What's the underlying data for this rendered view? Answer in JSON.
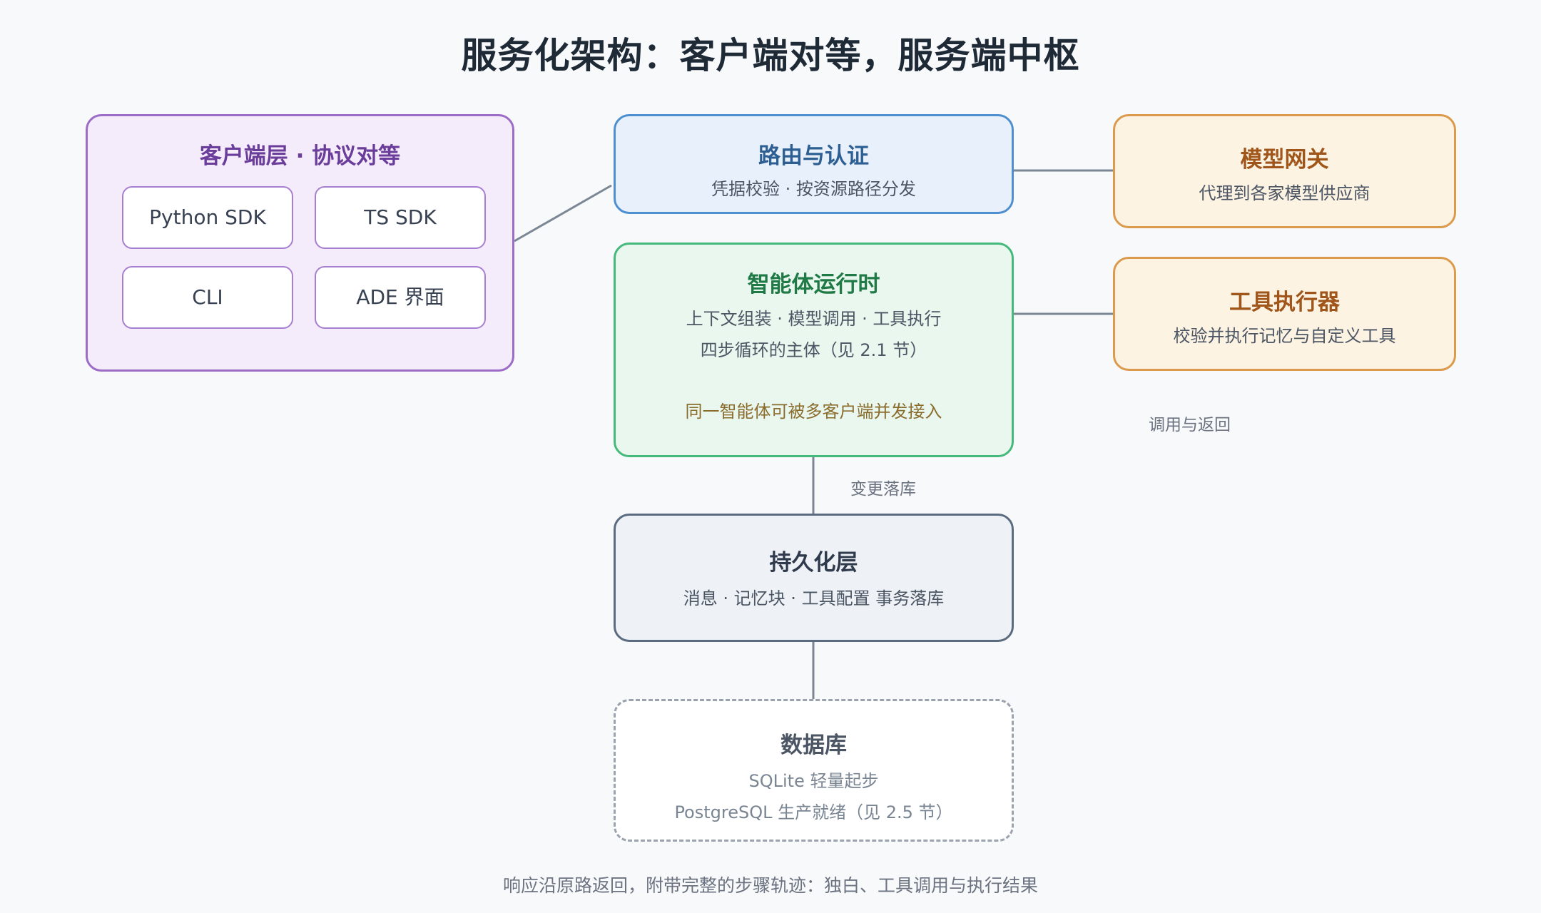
{
  "title": "服务化架构：客户端对等，服务端中枢",
  "client_layer": {
    "title": "客户端层 · 协议对等",
    "clients": [
      "Python SDK",
      "TS SDK",
      "CLI",
      "ADE 界面"
    ]
  },
  "routing": {
    "title": "路由与认证",
    "desc": "凭据校验 · 按资源路径分发"
  },
  "runtime": {
    "title": "智能体运行时",
    "desc_1": "上下文组装 · 模型调用 · 工具执行",
    "desc_2": "四步循环的主体（见 2.1 节）",
    "note": "同一智能体可被多客户端并发接入"
  },
  "gateway": {
    "title": "模型网关",
    "desc": "代理到各家模型供应商"
  },
  "tool_executor": {
    "title": "工具执行器",
    "desc": "校验并执行记忆与自定义工具"
  },
  "persistence": {
    "title": "持久化层",
    "desc": "消息 · 记忆块 · 工具配置 事务落库"
  },
  "database": {
    "title": "数据库",
    "desc_1": "SQLite 轻量起步",
    "desc_2": "PostgreSQL 生产就绪（见 2.5 节）"
  },
  "edge_labels": {
    "call_return": "调用与返回",
    "commit": "变更落库"
  },
  "footer": "响应沿原路返回，附带完整的步骤轨迹：独白、工具调用与执行结果",
  "colors": {
    "client": "#9b6dc7",
    "routing": "#4e8fd0",
    "runtime": "#45b97c",
    "gateway": "#dc9a4c",
    "persistence": "#5b6b80",
    "database": "#9aa3ae",
    "connector": "#7b8794"
  }
}
